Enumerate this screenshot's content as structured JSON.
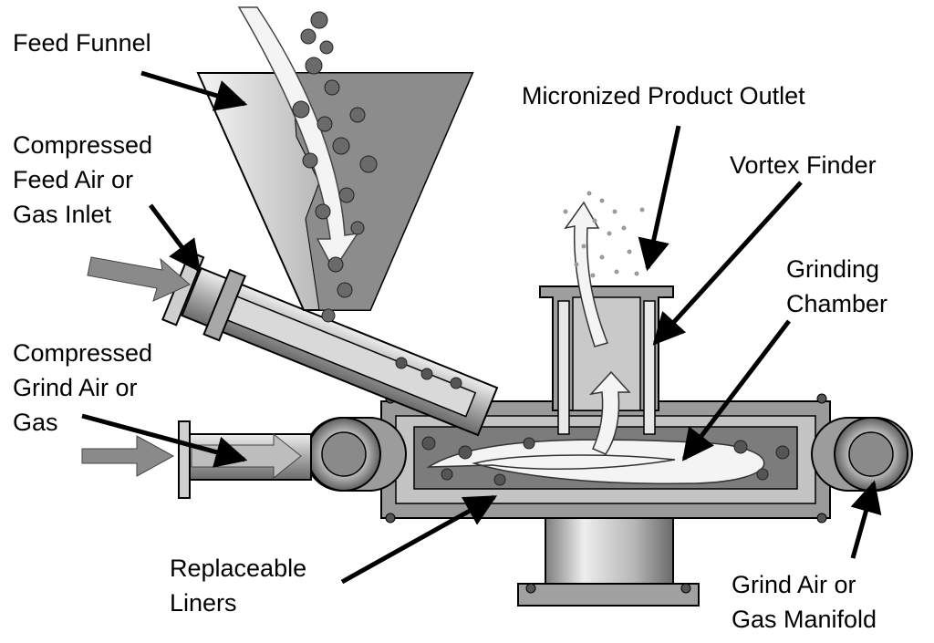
{
  "labels": {
    "feed_funnel": [
      "Feed Funnel"
    ],
    "feed_air_inlet": [
      "Compressed",
      "Feed Air or",
      "Gas Inlet"
    ],
    "grind_air": [
      "Compressed",
      "Grind Air or",
      "Gas"
    ],
    "replaceable_liners": [
      "Replaceable",
      "Liners"
    ],
    "product_outlet": [
      "Micronized Product Outlet"
    ],
    "vortex_finder": [
      "Vortex Finder"
    ],
    "grinding_chamber": [
      "Grinding",
      "Chamber"
    ],
    "manifold": [
      "Grind Air or",
      "Gas Manifold"
    ]
  },
  "colors": {
    "metal_dark": "#6e6e6e",
    "metal_mid": "#a8a8a8",
    "metal_light": "#e6e6e6",
    "arrow_gray": "#8a8a8a",
    "flow_white": "#f4f4f4",
    "outline": "#000000"
  }
}
